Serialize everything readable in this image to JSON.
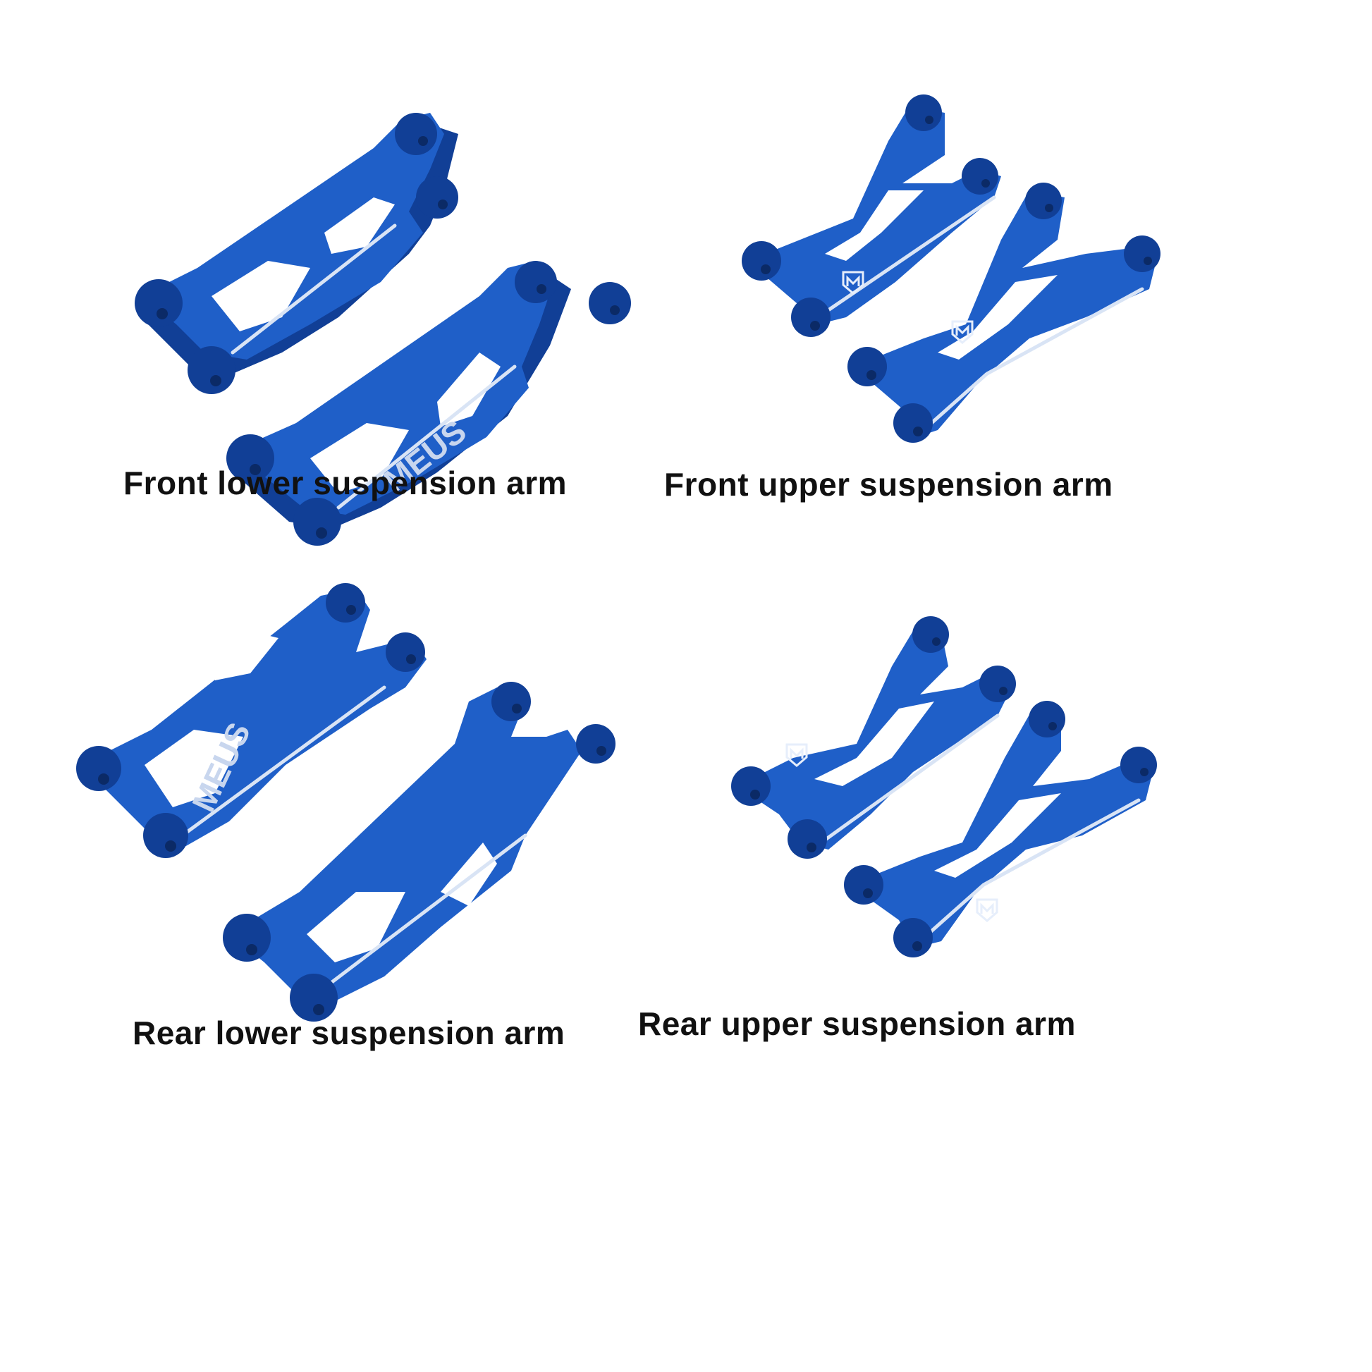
{
  "panels": [
    {
      "caption": "Front lower suspension arm",
      "engraving": "MEUS",
      "logo": "shield-m-logo-icon"
    },
    {
      "caption": "Front upper suspension arm",
      "engraving": "",
      "logo": "shield-m-logo-icon"
    },
    {
      "caption": "Rear lower suspension arm",
      "engraving": "MEUS",
      "logo": "shield-m-logo-icon"
    },
    {
      "caption": "Rear upper suspension arm",
      "engraving": "",
      "logo": "shield-m-logo-icon"
    }
  ],
  "colors": {
    "background": "#ffffff",
    "anodized_blue": "#1f5fc8",
    "shadow_blue": "#113f96",
    "edge_highlight": "#d9e4f5",
    "caption_text": "#111111"
  }
}
